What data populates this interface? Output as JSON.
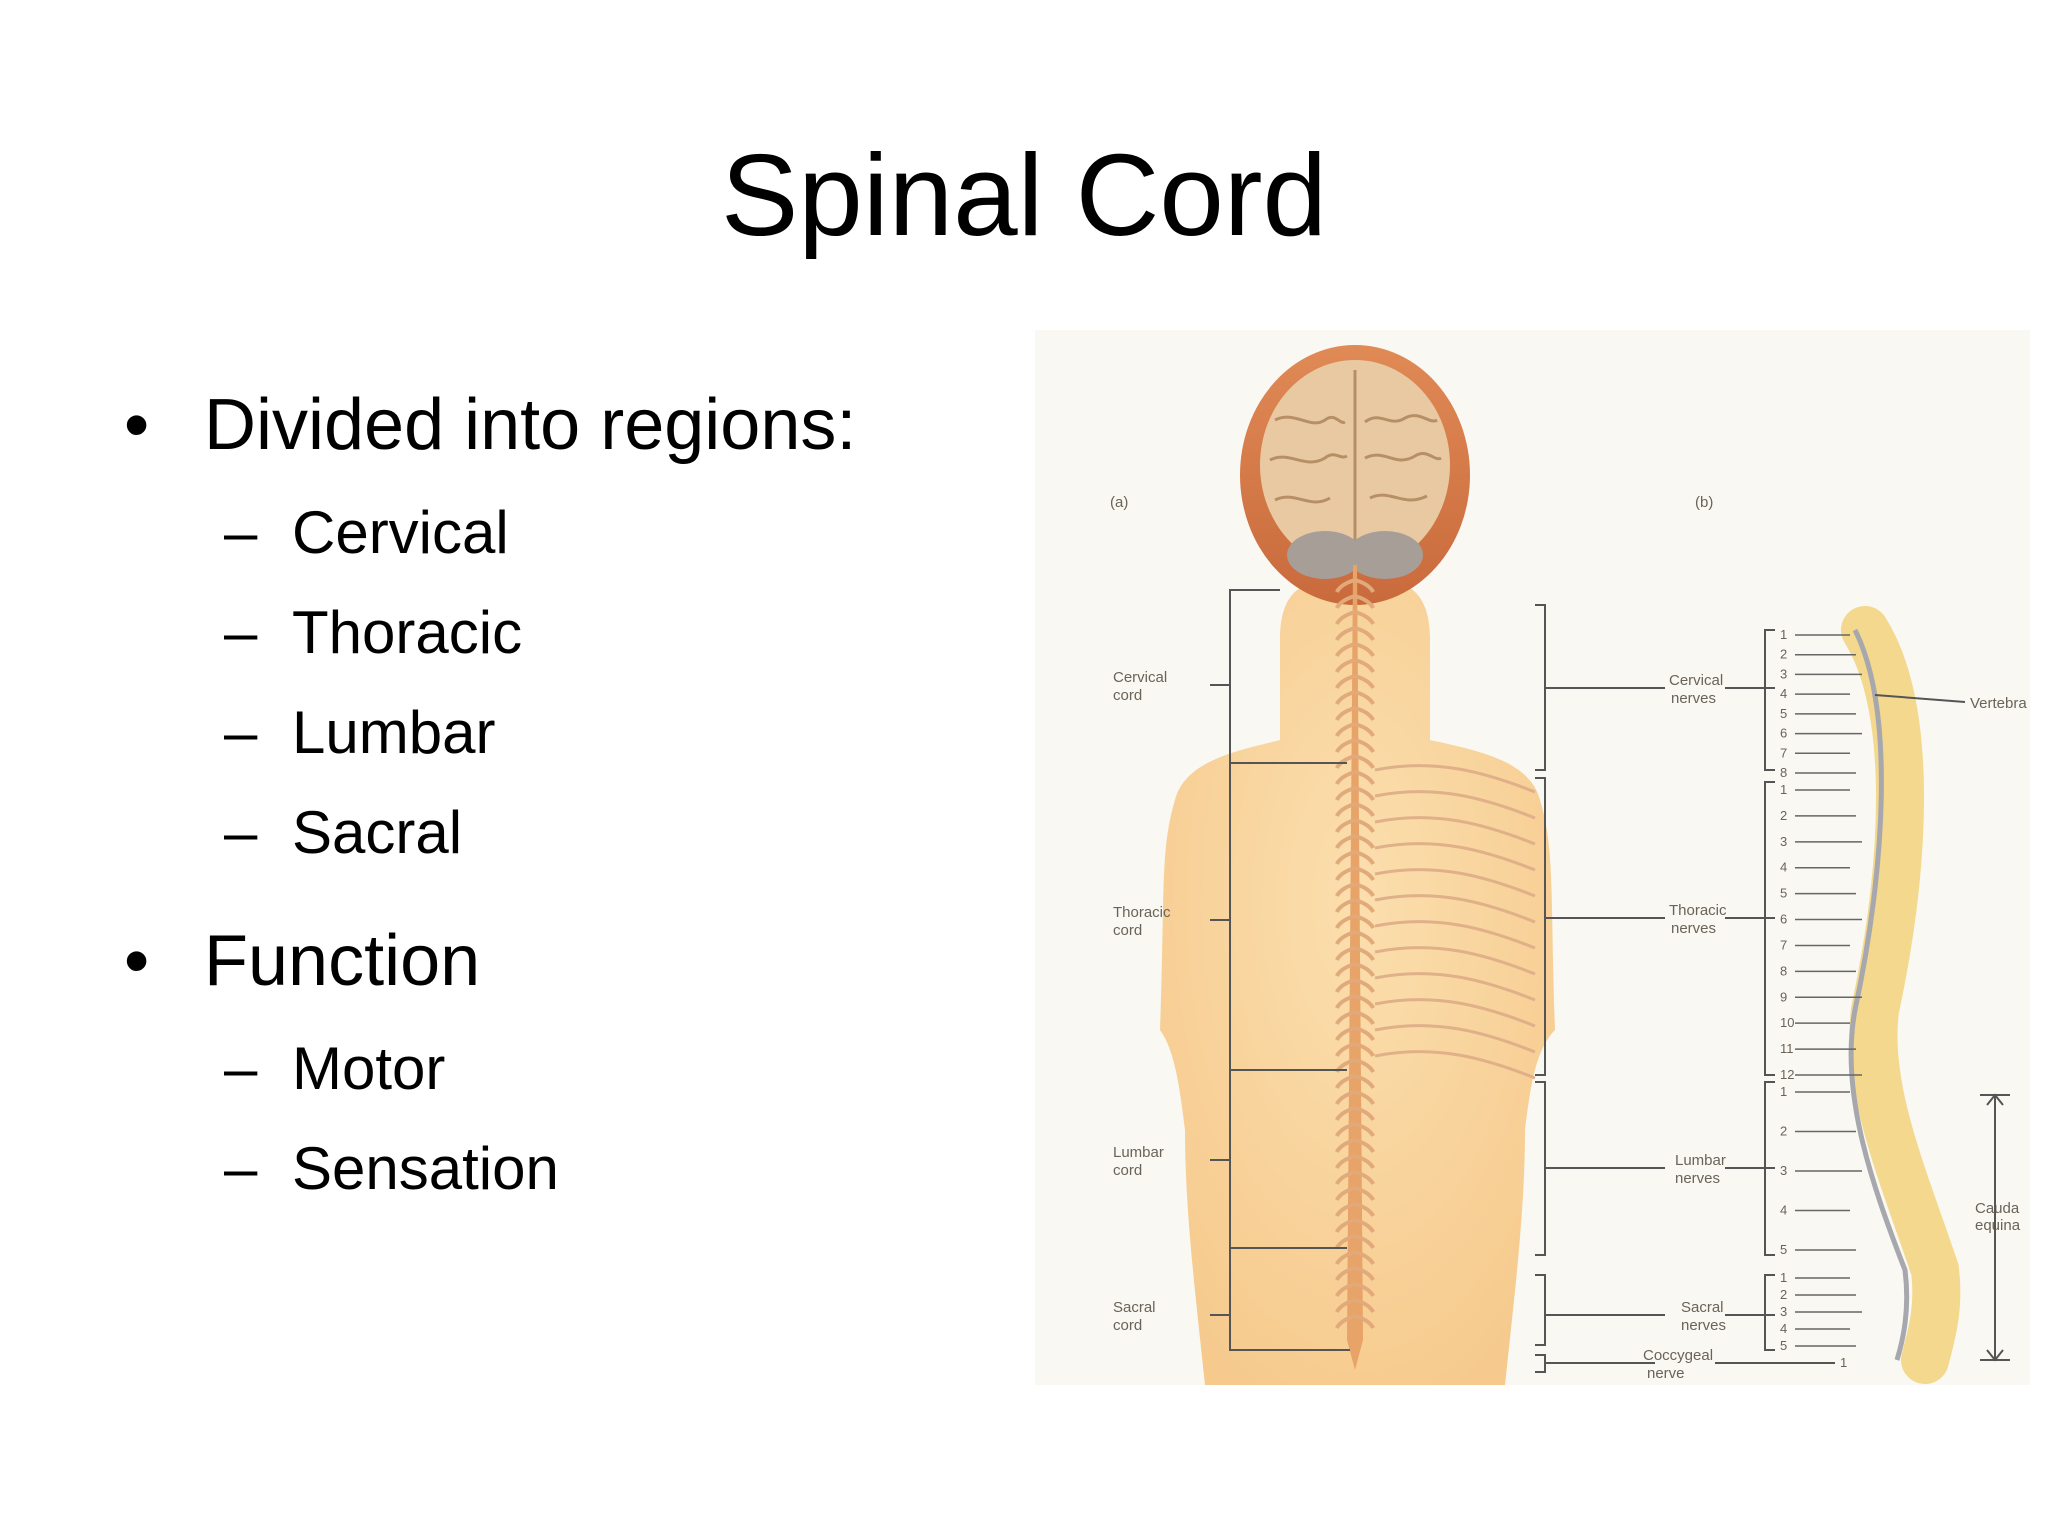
{
  "slide": {
    "title": "Spinal Cord",
    "bullets": [
      {
        "text": "Divided into regions:",
        "sub": [
          "Cervical",
          "Thoracic",
          "Lumbar",
          "Sacral"
        ]
      },
      {
        "text": "Function",
        "sub": [
          "Motor",
          "Sensation"
        ]
      }
    ]
  },
  "figure": {
    "panel_a": "(a)",
    "panel_b": "(b)",
    "cord_labels": [
      "Cervical",
      "cord",
      "Thoracic",
      "cord",
      "Lumbar",
      "cord",
      "Sacral",
      "cord"
    ],
    "nerve_labels": [
      "Cervical",
      "nerves",
      "Thoracic",
      "nerves",
      "Lumbar",
      "nerves",
      "Sacral",
      "nerves",
      "Coccygeal",
      "nerve"
    ],
    "side_labels": [
      "Vertebra",
      "Cauda",
      "equina"
    ],
    "cervical_numbers": [
      "1",
      "2",
      "3",
      "4",
      "5",
      "6",
      "7",
      "8"
    ],
    "thoracic_numbers": [
      "1",
      "2",
      "3",
      "4",
      "5",
      "6",
      "7",
      "8",
      "9",
      "10",
      "11",
      "12"
    ],
    "lumbar_numbers": [
      "1",
      "2",
      "3",
      "4",
      "5"
    ],
    "sacral_numbers": [
      "1",
      "2",
      "3",
      "4",
      "5"
    ],
    "coccygeal_numbers": [
      "1"
    ]
  }
}
